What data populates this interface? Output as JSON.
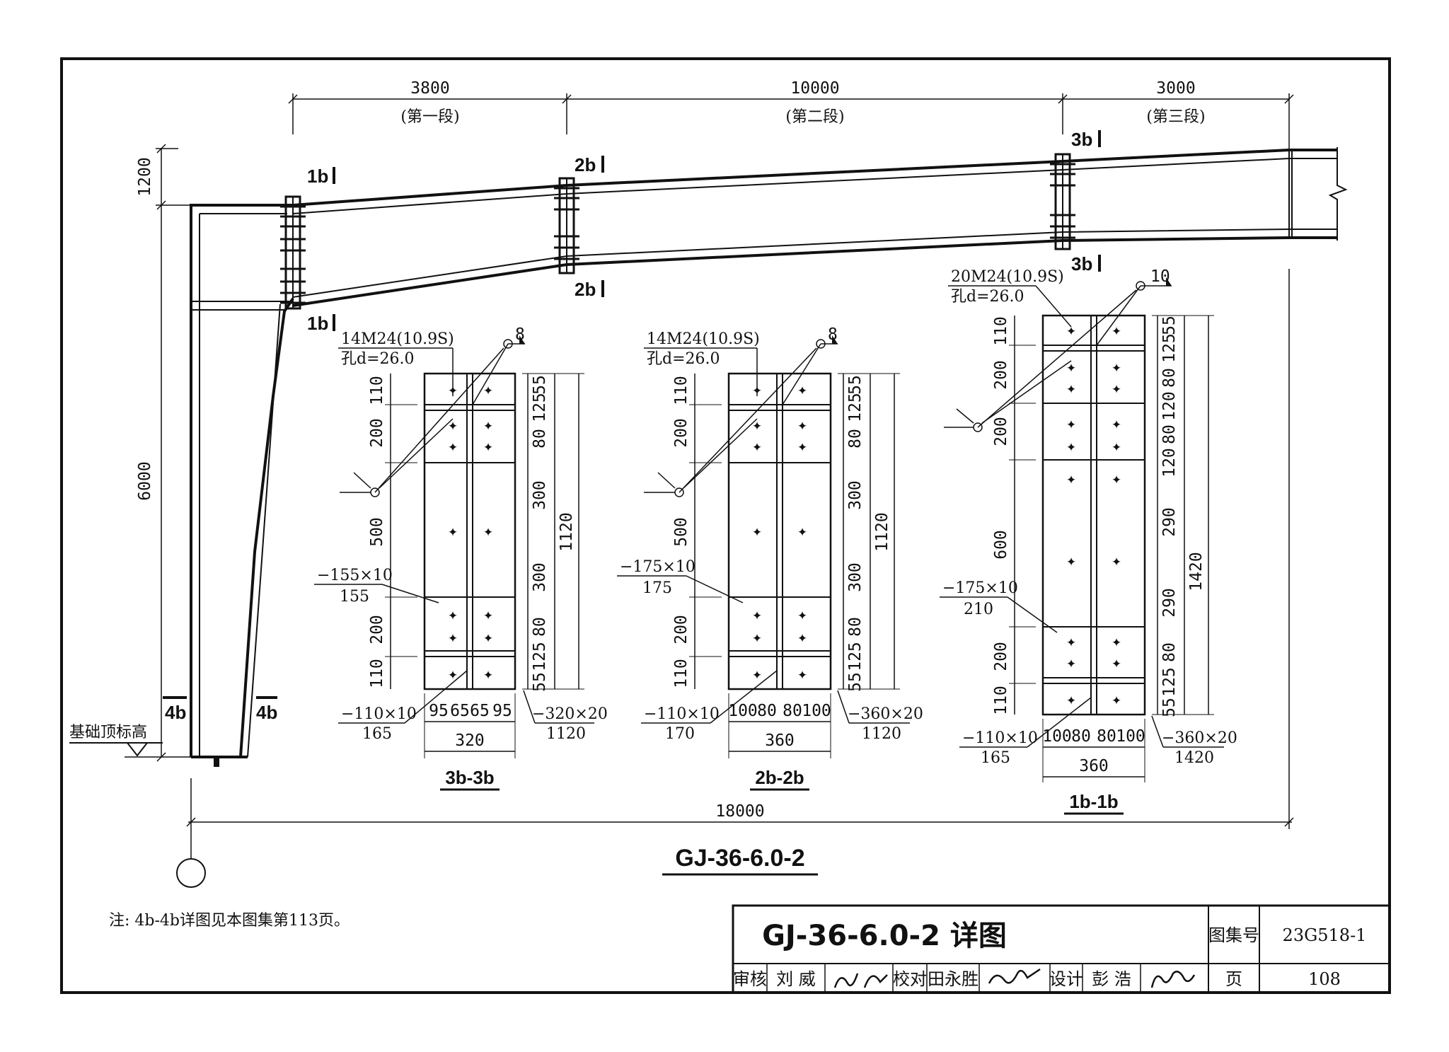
{
  "drawing": {
    "main_title": "GJ-36-6.0-2",
    "total_span": "18000",
    "column_height": "6000",
    "haunch_height": "1200",
    "foundation_label": "基础顶标高",
    "section_4b": "4b",
    "segments": [
      {
        "length": "3800",
        "name": "(第一段)"
      },
      {
        "length": "10000",
        "name": "(第二段)"
      },
      {
        "length": "3000",
        "name": "(第三段)"
      }
    ],
    "section_marks": {
      "s1": "1b",
      "s2": "2b",
      "s3": "3b"
    }
  },
  "details": {
    "d3b": {
      "title": "3b-3b",
      "bolts": "14M24(10.9S)",
      "hole": "孔d=26.0",
      "weld": "8",
      "flange_plate": "−155×10",
      "flange_width": "155",
      "web_plate": "−110×10",
      "web_width": "165",
      "end_plate": "−320×20",
      "end_plate_len": "1120",
      "width": "320",
      "h_dims": [
        "95",
        "65",
        "65",
        "95"
      ],
      "left_dims": [
        "110",
        "200",
        "500",
        "200",
        "110"
      ],
      "right_dims": [
        "55",
        "125",
        "80",
        "300",
        "300",
        "80",
        "125",
        "55"
      ],
      "total": "1120"
    },
    "d2b": {
      "title": "2b-2b",
      "bolts": "14M24(10.9S)",
      "hole": "孔d=26.0",
      "weld": "8",
      "flange_plate": "−175×10",
      "flange_width": "175",
      "web_plate": "−110×10",
      "web_width": "170",
      "end_plate": "−360×20",
      "end_plate_len": "1120",
      "width": "360",
      "h_dims": [
        "100",
        "80",
        "80",
        "100"
      ],
      "left_dims": [
        "110",
        "200",
        "500",
        "200",
        "110"
      ],
      "right_dims": [
        "55",
        "125",
        "80",
        "300",
        "300",
        "80",
        "125",
        "55"
      ],
      "total": "1120"
    },
    "d1b": {
      "title": "1b-1b",
      "bolts": "20M24(10.9S)",
      "hole": "孔d=26.0",
      "weld": "10",
      "flange_plate": "−175×10",
      "flange_width": "210",
      "web_plate": "−110×10",
      "web_width": "165",
      "end_plate": "−360×20",
      "end_plate_len": "1420",
      "width": "360",
      "h_dims": [
        "100",
        "80",
        "80",
        "100"
      ],
      "left_dims": [
        "110",
        "200",
        "200",
        "600",
        "200",
        "110"
      ],
      "right_dims": [
        "55",
        "125",
        "80",
        "120",
        "80",
        "120",
        "290",
        "290",
        "80",
        "125",
        "55"
      ],
      "total": "1420"
    }
  },
  "note": "注: 4b-4b详图见本图集第113页。",
  "title_block": {
    "title": "GJ-36-6.0-2 详图",
    "atlas_label": "图集号",
    "atlas_no": "23G518-1",
    "page_label": "页",
    "page_no": "108",
    "review_label": "审核",
    "review_name": "刘 威",
    "check_label": "校对",
    "check_name": "田永胜",
    "design_label": "设计",
    "design_name": "彭 浩"
  }
}
